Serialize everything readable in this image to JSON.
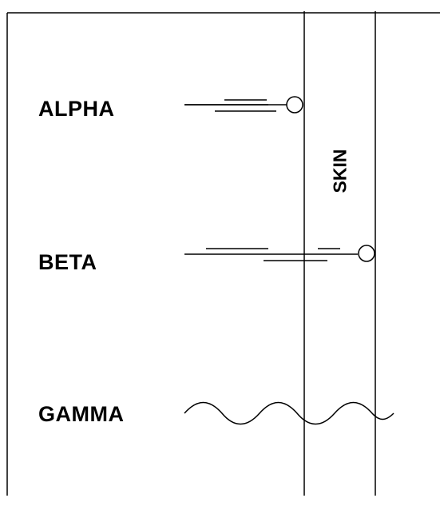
{
  "radiation_types": [
    {
      "name": "ALPHA",
      "icon": "alpha-particle-circle",
      "penetration": "stops at outer surface of skin"
    },
    {
      "name": "BETA",
      "icon": "beta-particle-circle",
      "penetration": "stops at inner surface of skin"
    },
    {
      "name": "GAMMA",
      "icon": "gamma-wave",
      "penetration": "passes through skin"
    }
  ],
  "skin_label": "SKIN",
  "colors": {
    "line": "#000000",
    "background": "#ffffff"
  }
}
